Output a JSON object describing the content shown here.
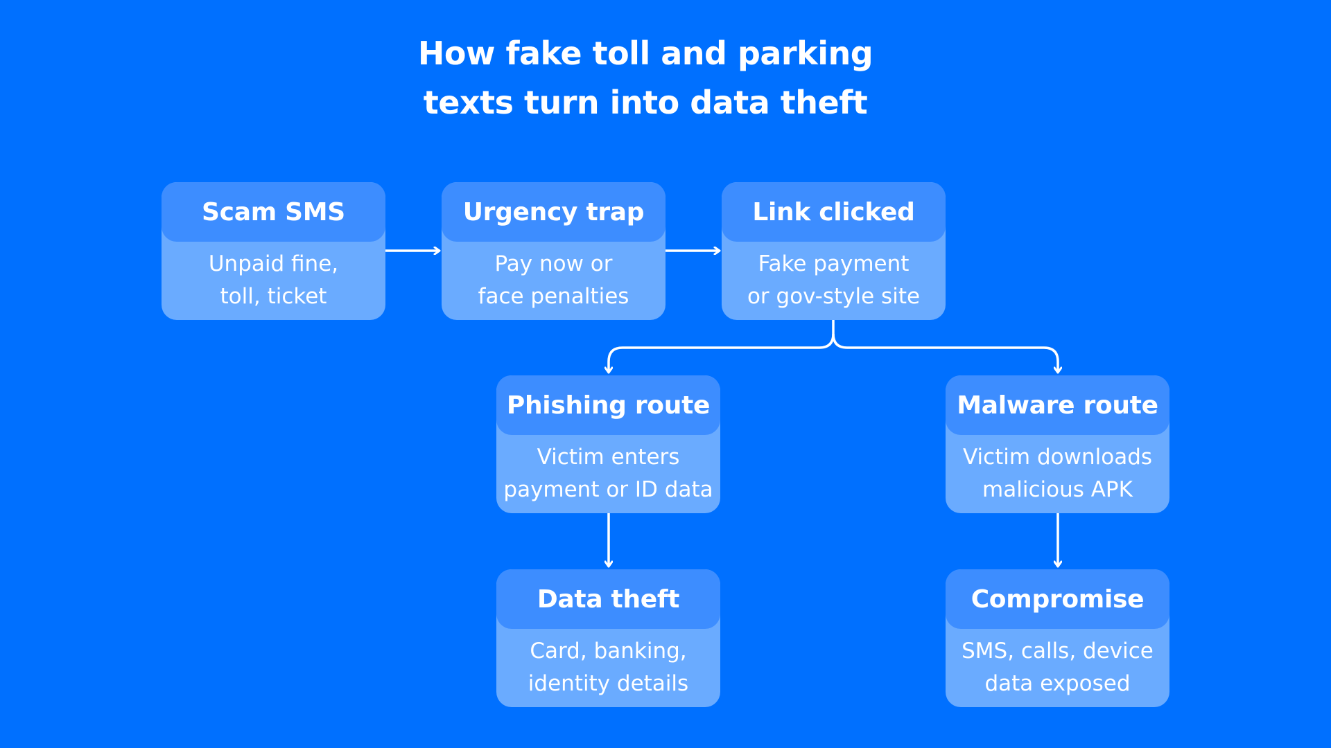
{
  "title": {
    "line1": "How fake toll and parking",
    "line2": "texts turn into data theft"
  },
  "colors": {
    "background": "#0070ff",
    "box_header": "#3d8dff",
    "box_body": "#6aabff",
    "text": "#ffffff"
  },
  "nodes": {
    "scam_sms": {
      "title": "Scam SMS",
      "line1": "Unpaid fine,",
      "line2": "toll, ticket"
    },
    "urgency_trap": {
      "title": "Urgency trap",
      "line1": "Pay now or",
      "line2": "face penalties"
    },
    "link_clicked": {
      "title": "Link clicked",
      "line1": "Fake payment",
      "line2": "or gov-style site"
    },
    "phishing_route": {
      "title": "Phishing route",
      "line1": "Victim enters",
      "line2": "payment or ID data"
    },
    "malware_route": {
      "title": "Malware route",
      "line1": "Victim downloads",
      "line2": "malicious APK"
    },
    "data_theft": {
      "title": "Data theft",
      "line1": "Card, banking,",
      "line2": "identity details"
    },
    "compromise": {
      "title": "Compromise",
      "line1": "SMS, calls, device",
      "line2": "data exposed"
    }
  },
  "edges": [
    {
      "from": "Scam SMS",
      "to": "Urgency trap"
    },
    {
      "from": "Urgency trap",
      "to": "Link clicked"
    },
    {
      "from": "Link clicked",
      "to": "Phishing route"
    },
    {
      "from": "Link clicked",
      "to": "Malware route"
    },
    {
      "from": "Phishing route",
      "to": "Data theft"
    },
    {
      "from": "Malware route",
      "to": "Compromise"
    }
  ]
}
